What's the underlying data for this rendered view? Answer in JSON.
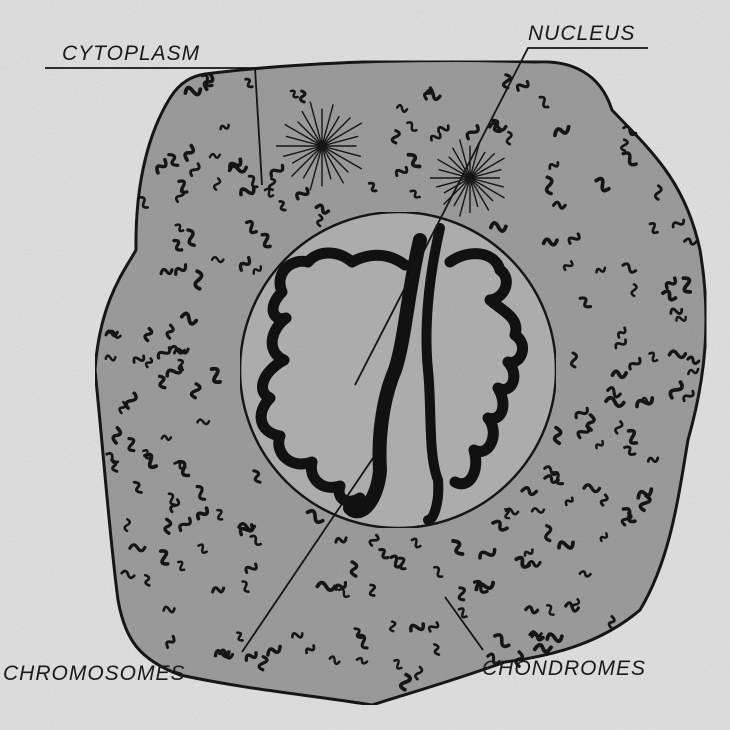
{
  "labels": {
    "cytoplasm": "CYTOPLASM",
    "nucleus": "NUCLEUS",
    "chromosomes": "CHROMOSOMES",
    "chondromes": "CHONDROMES"
  },
  "colors": {
    "background": "#e4e4e4",
    "cell_fill": "#9f9f9f",
    "nucleus_fill": "#b3b3b3",
    "ink": "#151515"
  }
}
